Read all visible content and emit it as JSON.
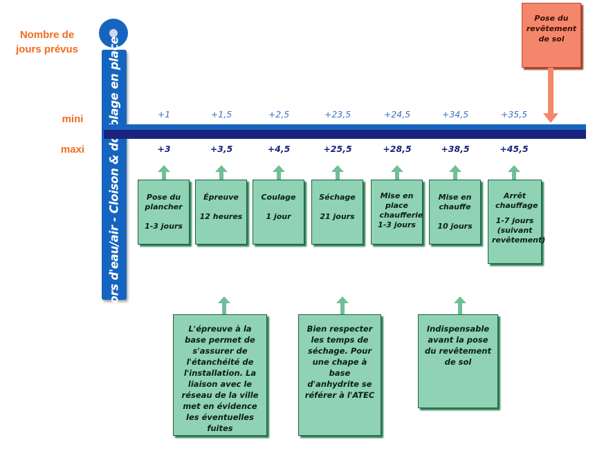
{
  "labels": {
    "nombre": "Nombre de\njours prévus",
    "mini": "mini",
    "maxi": "maxi",
    "vertical": "Hors d'eau/air - Cloison & doublage en place"
  },
  "timeline": [
    {
      "mini": "+1",
      "maxi": "+3",
      "title": "Pose du plancher",
      "duration": "1-3 jours"
    },
    {
      "mini": "+1,5",
      "maxi": "+3,5",
      "title": "Épreuve",
      "duration": "12 heures"
    },
    {
      "mini": "+2,5",
      "maxi": "+4,5",
      "title": "Coulage",
      "duration": "1 jour"
    },
    {
      "mini": "+23,5",
      "maxi": "+25,5",
      "title": "Séchage",
      "duration": "21 jours"
    },
    {
      "mini": "+24,5",
      "maxi": "+28,5",
      "title": "Mise en place chaufferie",
      "duration": "1-3 jours"
    },
    {
      "mini": "+34,5",
      "maxi": "+38,5",
      "title": "Mise en chauffe",
      "duration": "10 jours"
    },
    {
      "mini": "+35,5",
      "maxi": "+45,5",
      "title": "Arrêt chauffage",
      "duration": "1-7 jours (suivant revêtement)"
    }
  ],
  "final_step": "Pose du revêtement de sol",
  "notes": [
    "L'épreuve à la base permet de s'assurer de l'étanchéité de l'installation. La liaison avec le réseau de la ville met en évidence les éventuelles fuites",
    "Bien respecter les temps de séchage. Pour une chape à base d'anhydrite se référer à l'ATEC",
    "Indispensable avant la pose du revêtement de sol"
  ],
  "colors": {
    "bar_blue": "#1565c0",
    "bar_navy": "#1a237e",
    "box_green": "#8fd2b4",
    "box_orange": "#f4876b",
    "label_orange": "#f26b1d"
  }
}
